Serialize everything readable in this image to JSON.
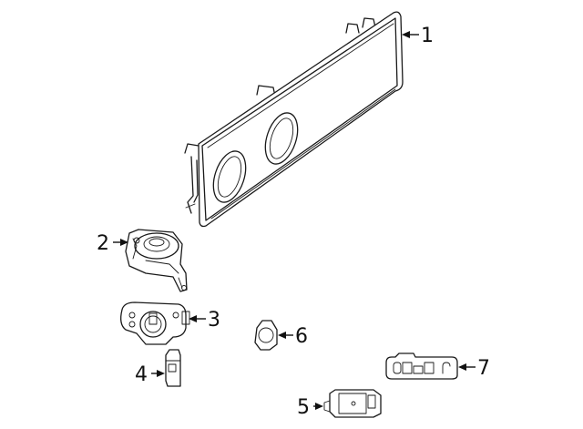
{
  "callouts": [
    {
      "number": "1",
      "part": "bezel-panel"
    },
    {
      "number": "2",
      "part": "switch-housing"
    },
    {
      "number": "3",
      "part": "headlamp-switch"
    },
    {
      "number": "4",
      "part": "small-switch"
    },
    {
      "number": "5",
      "part": "connector-module"
    },
    {
      "number": "6",
      "part": "round-knob"
    },
    {
      "number": "7",
      "part": "control-panel"
    }
  ],
  "colors": {
    "line": "#1a1a1a",
    "background": "#ffffff"
  }
}
